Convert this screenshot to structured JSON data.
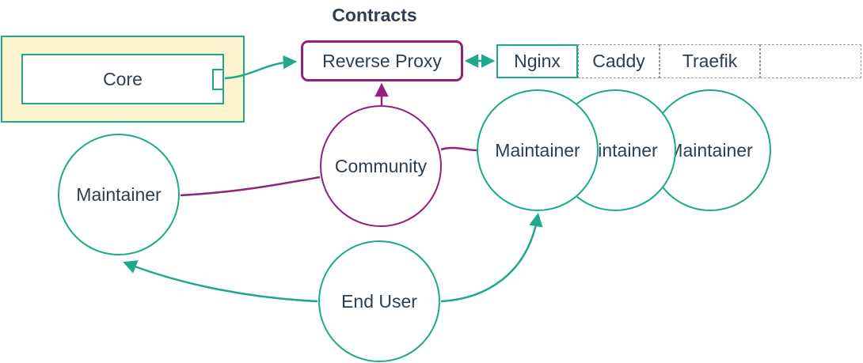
{
  "title": "Contracts",
  "colors": {
    "teal": "#1EA98C",
    "purple": "#93217C",
    "ink": "#2E3E4F",
    "cream": "#FBF4CF",
    "dash": "#999999"
  },
  "diagram": {
    "core_group": {
      "core": {
        "label": "Core"
      }
    },
    "reverse_proxy": {
      "label": "Reverse Proxy"
    },
    "proxy_table": {
      "cells": [
        {
          "label": "Nginx",
          "active": true
        },
        {
          "label": "Caddy",
          "active": false
        },
        {
          "label": "Traefik",
          "active": false
        },
        {
          "label": "",
          "active": false
        }
      ]
    },
    "actors": {
      "community": {
        "label": "Community"
      },
      "maintainer_left": {
        "label": "Maintainer"
      },
      "maintainers_right": [
        {
          "label": "Maintainer"
        },
        {
          "label": "Maintainer"
        },
        {
          "label": "Maintainer"
        }
      ],
      "end_user": {
        "label": "End User"
      }
    },
    "edges": [
      {
        "from": "core",
        "to": "reverse_proxy",
        "style": "arrow",
        "color": "teal"
      },
      {
        "from": "reverse_proxy",
        "to": "nginx",
        "style": "double-arrow",
        "color": "teal"
      },
      {
        "from": "community",
        "to": "reverse_proxy",
        "style": "arrow",
        "color": "purple"
      },
      {
        "from": "community",
        "to": "maintainer_left",
        "style": "line",
        "color": "purple"
      },
      {
        "from": "community",
        "to": "maintainers_right",
        "style": "line",
        "color": "purple"
      },
      {
        "from": "end_user",
        "to": "maintainer_left",
        "style": "arrow",
        "color": "teal"
      },
      {
        "from": "end_user",
        "to": "maintainers_right",
        "style": "arrow",
        "color": "teal"
      }
    ]
  }
}
